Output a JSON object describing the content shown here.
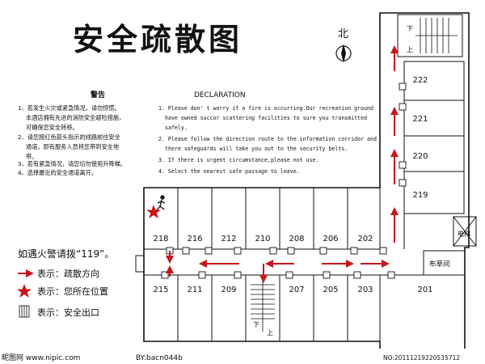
{
  "title": "安全疏散图",
  "compass": {
    "label": "北"
  },
  "warning": {
    "heading": "警告",
    "lines": [
      "1、若发生火灾或紧急情况，请勿惊慌。",
      "本酒店拥有先进的消防安全避险措施，",
      "可确保您安全转移。",
      "2、请您按红色箭头指示的线路前往安全",
      "通道，即有服务人员将您带到安全地",
      "带。",
      "3、若有紧急情况，请您切勿使用升降梯。",
      "4、选择最近的安全通道离开。"
    ]
  },
  "declaration": {
    "heading": "DECLARATION",
    "lines": [
      "1. Please don' t worry if a fire is occurring.Our recreation ground",
      "have owned succor scattering facilities to sure you transmitted",
      "safely.",
      "2. Please follow the direction route to the information corridor and",
      "there safeguards will take you out to the security belts.",
      "3. If there is urgent circumstance,please not use.",
      "4. Select the nearest safe passage to leave."
    ]
  },
  "fire_call": "如遇火警请拨“119”。",
  "legend": {
    "direction": "表示：疏散方向",
    "you_are_here": "表示：您所在位置",
    "exit": "表示：安全出口"
  },
  "rooms": {
    "upper": [
      "218",
      "216",
      "212",
      "210",
      "208",
      "206",
      "202"
    ],
    "lower": [
      "215",
      "211",
      "209",
      "207",
      "205",
      "203",
      "201"
    ],
    "right": [
      "222",
      "221",
      "220",
      "219"
    ]
  },
  "stairs": {
    "down": "下",
    "up": "上"
  },
  "elevator": "电梯",
  "lawn": "布草间",
  "watermark_left": "昵图网 www.nipic.com",
  "watermark_mid": "BY:bacn044b",
  "watermark_right": "NO:20111219220535712",
  "colors": {
    "arrow": "#c8161d",
    "line": "#111111"
  }
}
